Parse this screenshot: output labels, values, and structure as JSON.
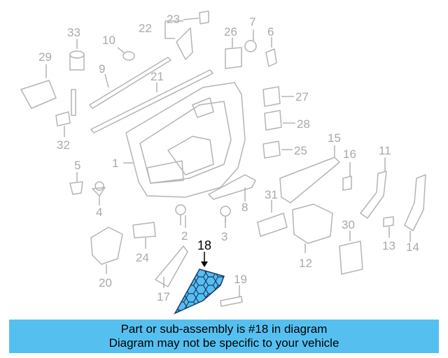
{
  "callouts": {
    "c1": "1",
    "c2": "2",
    "c3": "3",
    "c4": "4",
    "c5": "5",
    "c6": "6",
    "c7": "7",
    "c8": "8",
    "c9": "9",
    "c10": "10",
    "c11": "11",
    "c12": "12",
    "c13": "13",
    "c14": "14",
    "c15": "15",
    "c16": "16",
    "c17": "17",
    "c18": "18",
    "c19": "19",
    "c20": "20",
    "c21": "21",
    "c22": "22",
    "c23": "23",
    "c24": "24",
    "c25": "25",
    "c26": "26",
    "c27": "27",
    "c28": "28",
    "c29": "29",
    "c30": "30",
    "c31": "31",
    "c32": "32",
    "c33": "33"
  },
  "highlight": {
    "part_number": "18",
    "fill_color": "#55c0f0",
    "mesh_color": "#1a3a6b"
  },
  "banner": {
    "line1": "Part or sub-assembly is #18 in diagram",
    "line2": "Diagram may not be specific to your vehicle",
    "color": "#55c0f0"
  }
}
